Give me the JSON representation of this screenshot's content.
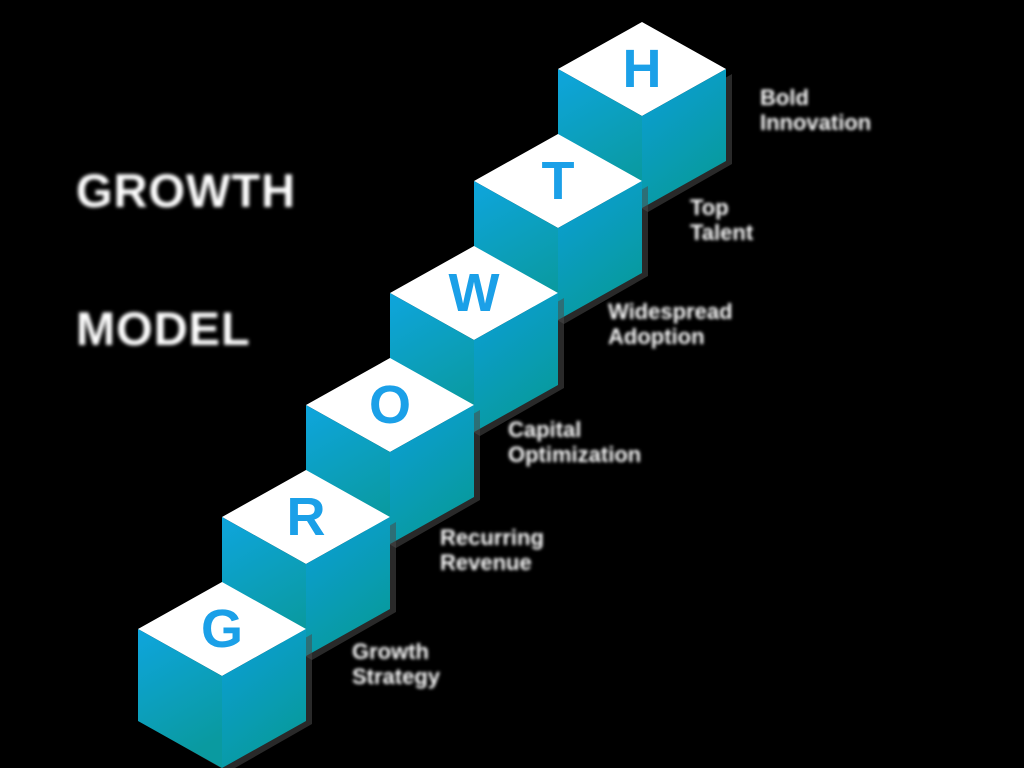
{
  "background_color": "#000000",
  "title": {
    "line1": "GROWTH",
    "line2": "MODEL"
  },
  "palette": {
    "letter_blue": "#1ba0e8",
    "cube_top": "#ffffff",
    "left_face_top": "#0ea5dd",
    "left_face_bottom": "#0a9aa0",
    "right_face_top": "#0b9fda",
    "right_face_bottom": "#089a9c",
    "shadow": "#4a4a4a",
    "title_color": "#ffffff",
    "label_color": "#ffffff"
  },
  "steps": [
    {
      "letter": "H",
      "label": "Bold\nInnovation",
      "order": 6
    },
    {
      "letter": "T",
      "label": "Top\nTalent",
      "order": 5
    },
    {
      "letter": "W",
      "label": "Widespread\nAdoption",
      "order": 4
    },
    {
      "letter": "O",
      "label": "Capital\nOptimization",
      "order": 3
    },
    {
      "letter": "R",
      "label": "Recurring\nRevenue",
      "order": 2
    },
    {
      "letter": "G",
      "label": "Growth\nStrategy",
      "order": 1
    }
  ]
}
